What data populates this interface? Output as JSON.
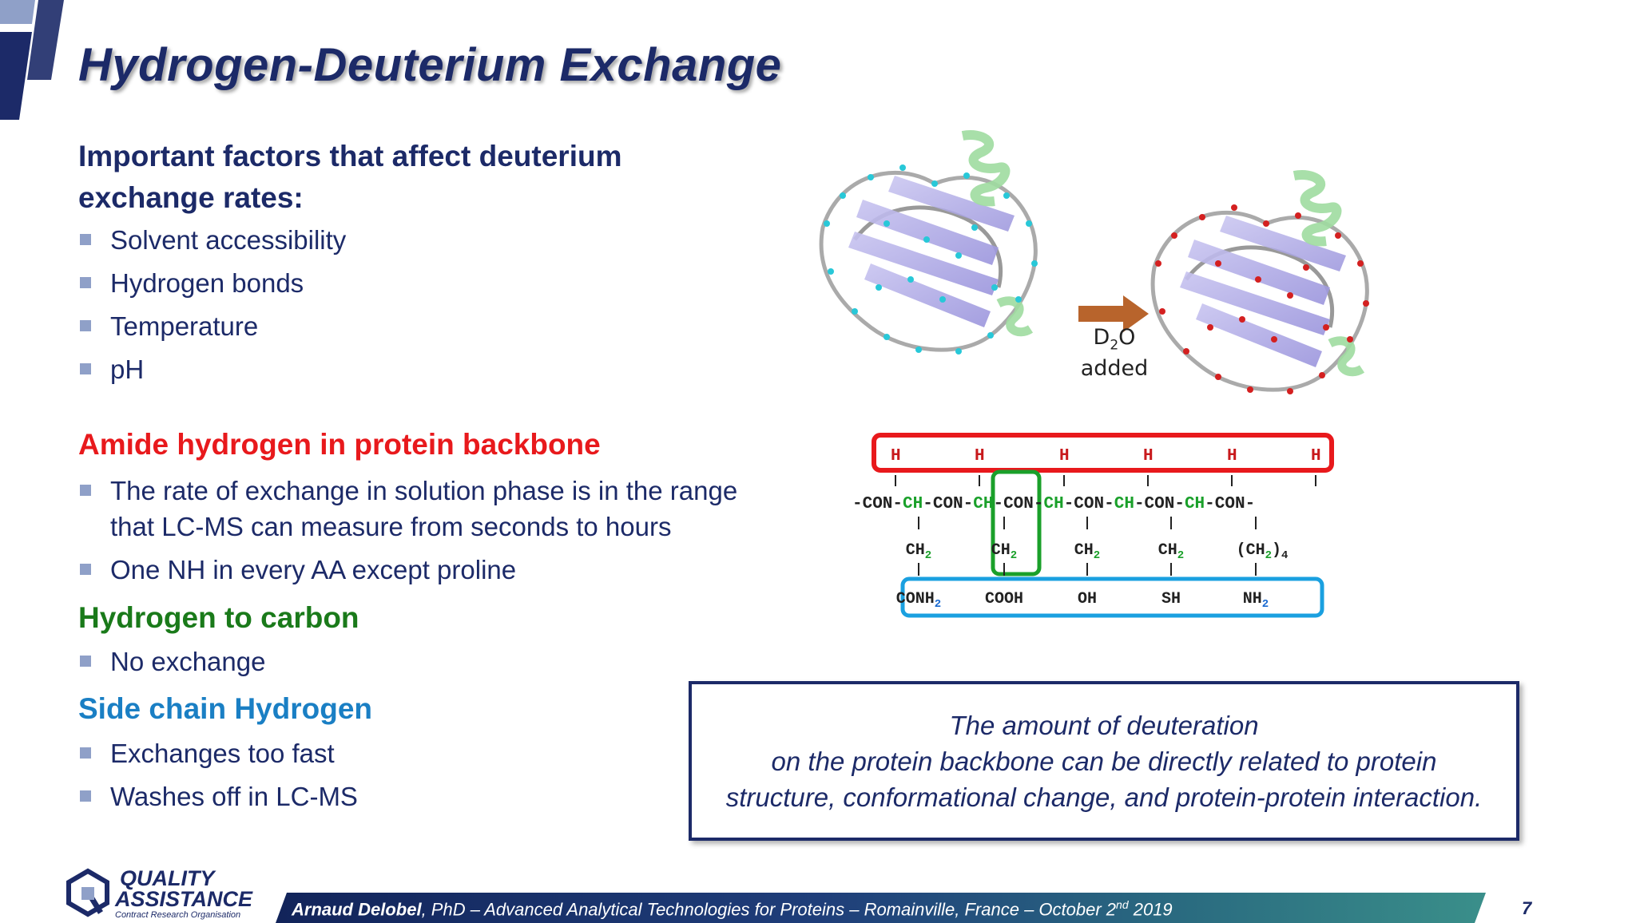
{
  "slide": {
    "title": "Hydrogen-Deuterium Exchange",
    "page_number": "7"
  },
  "factors": {
    "heading_line1": "Important factors that affect deuterium",
    "heading_line2": "exchange rates:",
    "items": [
      "Solvent accessibility",
      "Hydrogen bonds",
      "Temperature",
      "pH"
    ]
  },
  "amide": {
    "heading": "Amide hydrogen in protein backbone",
    "item1_line1": "The rate of exchange in solution phase is in the range",
    "item1_line2": "that LC-MS can measure from seconds  to hours",
    "item2": "One NH in every AA except proline"
  },
  "carbon": {
    "heading": "Hydrogen to carbon",
    "item1": "No exchange"
  },
  "sidechain": {
    "heading": "Side chain Hydrogen",
    "item1": "Exchanges too fast",
    "item2": "Washes off in LC-MS"
  },
  "protein_figure": {
    "arrow_label_main": "D",
    "arrow_label_sub": "2",
    "arrow_label_end": "O",
    "arrow_label_line2": "added"
  },
  "backbone_diagram": {
    "h_labels": [
      "H",
      "H",
      "H",
      "H",
      "H",
      "H"
    ],
    "chain_parts": [
      "-CON-",
      "CH",
      "-CON-",
      "CH",
      "-CON-",
      "CH",
      "-CON-",
      "CH",
      "-CON-",
      "CH",
      "-CON-"
    ],
    "ch2_label": "CH",
    "ch2_sub": "2",
    "ch2_last": "(CH",
    "ch2_last_sub": "2",
    "ch2_last_end": ")",
    "ch2_last_sub2": "4",
    "groups": {
      "conh": "CONH",
      "conh_sub": "2",
      "cooh": "COOH",
      "oh": "OH",
      "sh": "SH",
      "nh": "NH",
      "nh_sub": "2"
    },
    "colors": {
      "red": "#e8191c",
      "green": "#1aa02a",
      "blue": "#1aa0e0",
      "navy": "#1c2a68"
    }
  },
  "callout": {
    "line1": "The amount of deuteration",
    "line2": "on the protein backbone can be directly related to protein",
    "line3": "structure, conformational change, and protein-protein interaction."
  },
  "footer": {
    "author": "Arnaud Delobel",
    "rest_prefix": ", PhD – Advanced Analytical Technologies for Proteins – Romainville, France – October 2",
    "sup": "nd",
    "rest_suffix": " 2019"
  },
  "logo": {
    "line1": "QUALITY",
    "line2": "ASSISTANCE",
    "line3": "Contract Research Organisation"
  }
}
